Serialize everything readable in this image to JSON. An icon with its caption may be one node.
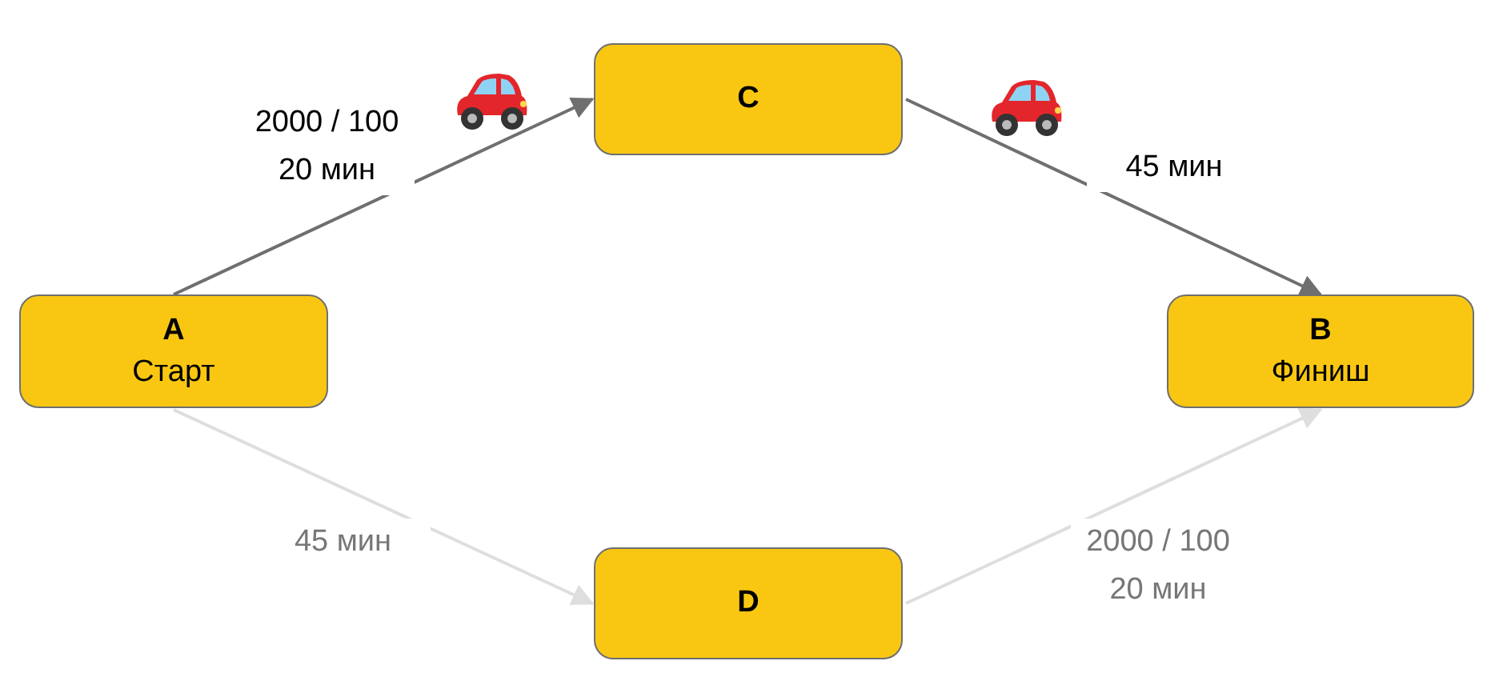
{
  "diagram": {
    "nodes": [
      {
        "text": [
          "A",
          "Старт"
        ]
      },
      {
        "text": [
          "C"
        ]
      },
      {
        "text": [
          "B",
          "Финиш"
        ]
      },
      {
        "text": [
          "D"
        ]
      }
    ],
    "edges": [
      {
        "from": 0,
        "to": 1,
        "arrow": "to",
        "label": "2000 / 100 20 мин"
      },
      {
        "from": 1,
        "to": 2,
        "arrow": "to",
        "label": "45 мин"
      },
      {
        "from": 0,
        "to": 3,
        "arrow": "to",
        "label": "45 мин",
        "color": "#dedede"
      },
      {
        "from": 3,
        "to": 2,
        "arrow": "to",
        "label": "2000 / 100 20 мин",
        "color": "#dedede"
      }
    ]
  }
}
